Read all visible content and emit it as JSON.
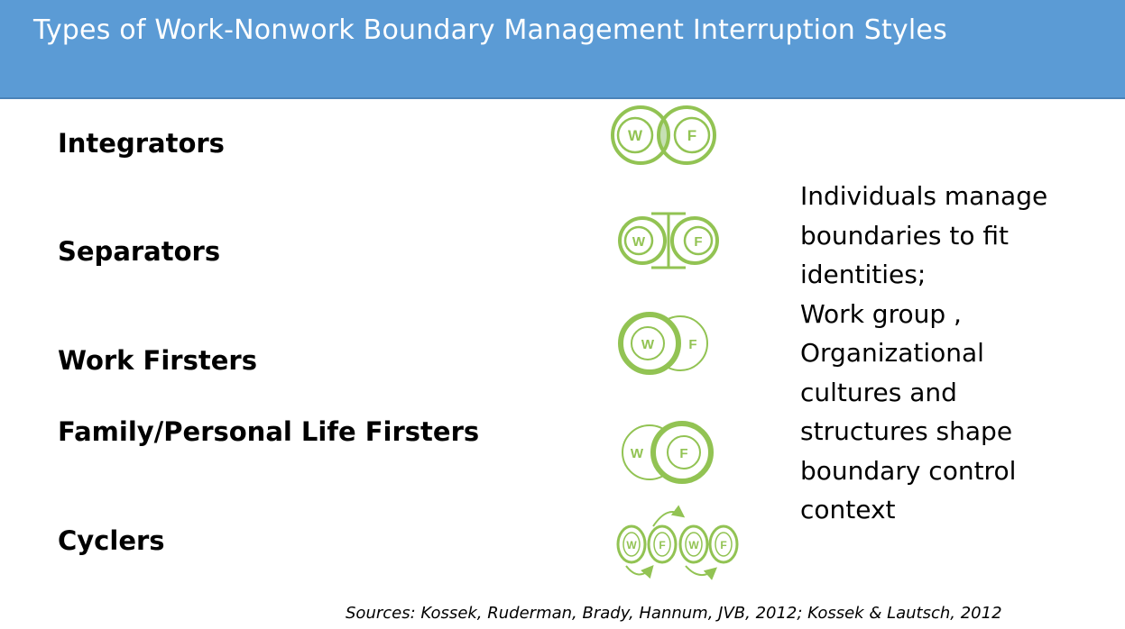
{
  "title": "Types of Work-Nonwork  Boundary Management Interruption  Styles",
  "styles": [
    {
      "label": "Integrators",
      "icon": "integrators-icon"
    },
    {
      "label": "Separators",
      "icon": "separators-icon"
    },
    {
      "label": "Work Firsters",
      "icon": "work-firsters-icon"
    },
    {
      "label": "Family/Personal Life Firsters",
      "icon": "family-firsters-icon"
    },
    {
      "label": "Cyclers",
      "icon": "cyclers-icon"
    }
  ],
  "icon_letters": {
    "work": "W",
    "family": "F"
  },
  "description_lines": [
    "Individuals  manage",
    "boundaries to fit",
    "identities;",
    "Work group ,",
    "Organizational",
    "cultures and",
    "structures shape",
    "boundary control",
    "context"
  ],
  "sources": "Sources: Kossek, Ruderman,  Brady, Hannum,  JVB, 2012; Kossek & Lautsch, 2012",
  "colors": {
    "header": "#5b9bd5",
    "icon_green": "#92c353",
    "overlap_fill": "#c6e0b4"
  }
}
